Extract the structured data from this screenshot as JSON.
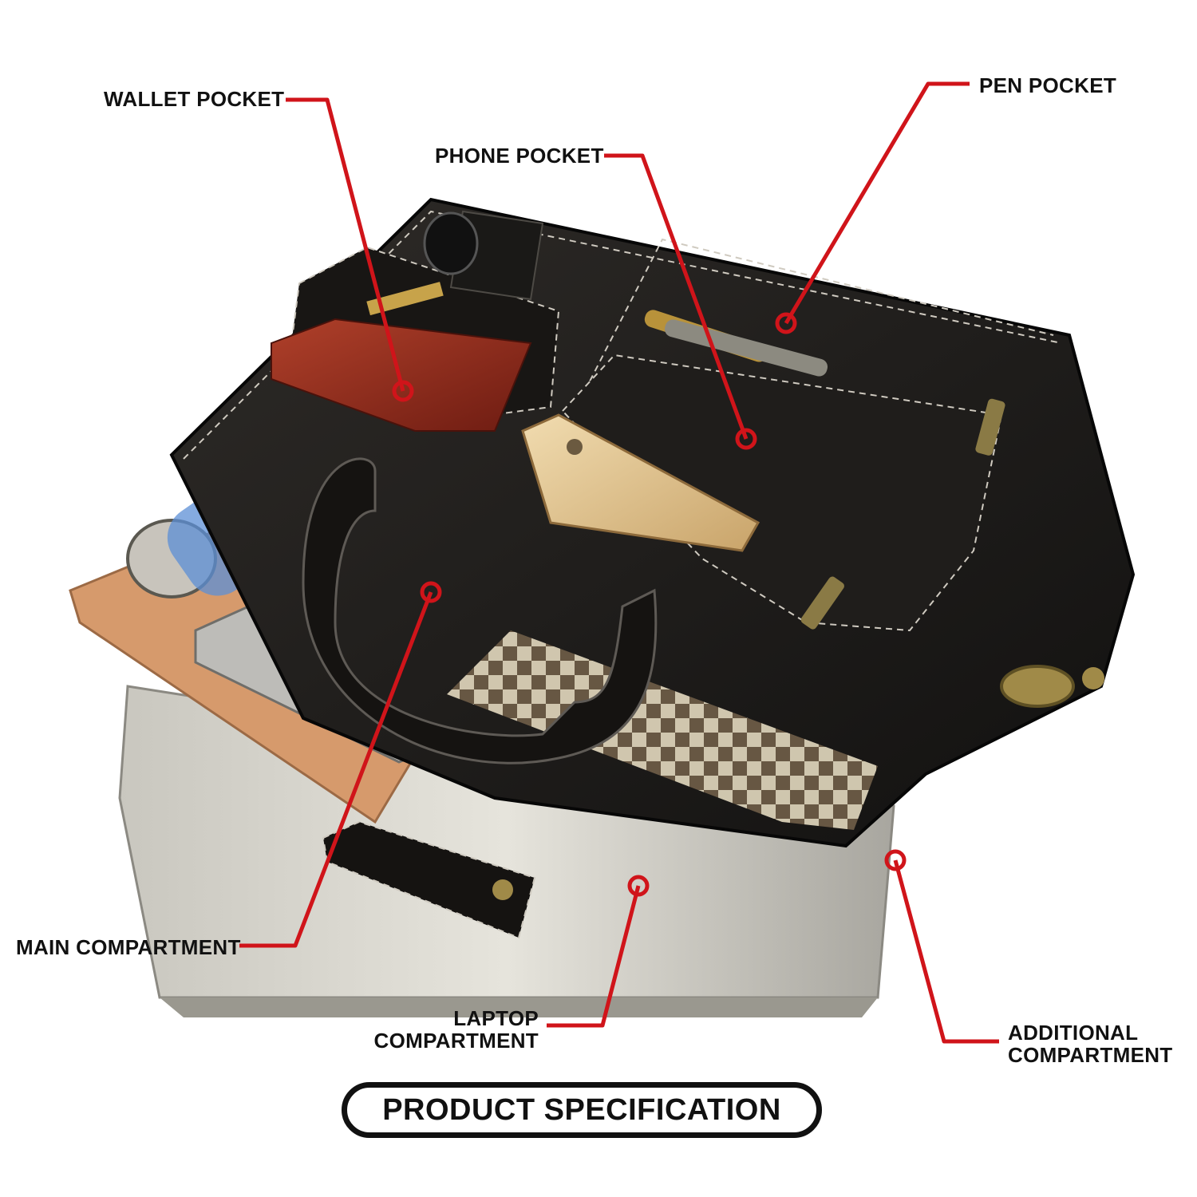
{
  "colors": {
    "callout": "#d0141a",
    "text": "#111111",
    "leather": "#1c1a18"
  },
  "callouts": {
    "wallet_pocket": "WALLET POCKET",
    "phone_pocket": "PHONE POCKET",
    "pen_pocket": "PEN POCKET",
    "main_compartment": "MAIN COMPARTMENT",
    "laptop_compartment": [
      "LAPTOP",
      "COMPARTMENT"
    ],
    "additional_compartment": [
      "ADDITIONAL",
      "COMPARTMENT"
    ]
  },
  "title": "PRODUCT SPECIFICATION"
}
